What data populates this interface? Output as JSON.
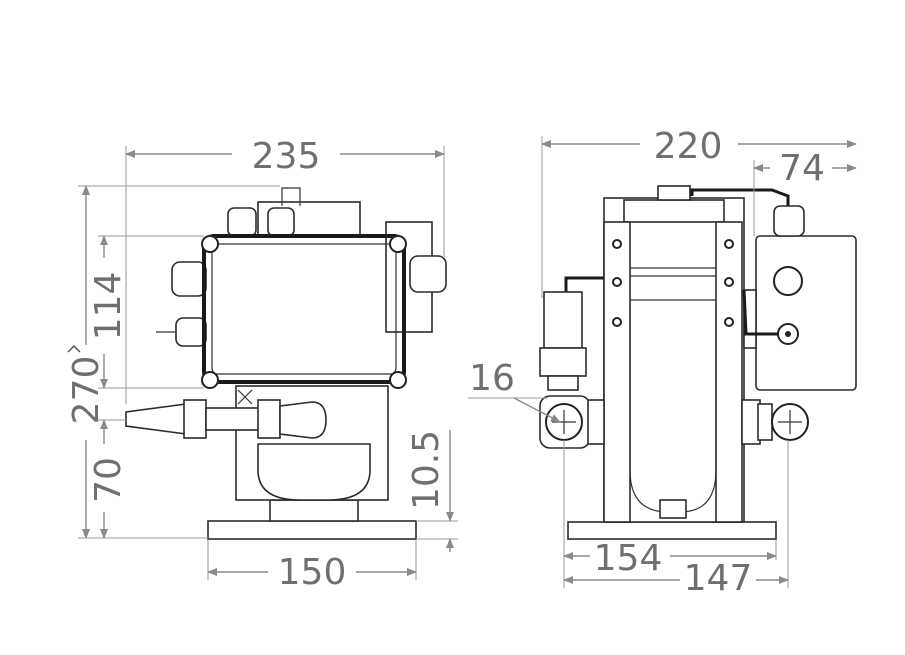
{
  "dimensions": {
    "front_width": "235",
    "front_height_total": "270",
    "front_box_height": "114",
    "front_inlet_height": "70",
    "front_foot_height": "10.5",
    "front_base_width": "150",
    "side_width": "220",
    "side_box_depth": "74",
    "side_port_size": "16",
    "side_base_width": "154",
    "side_base_inner": "147"
  },
  "colors": {
    "outline": "#2b2b2b",
    "dimension": "#8a8a8a",
    "dimension_text": "#6f6f6f"
  }
}
